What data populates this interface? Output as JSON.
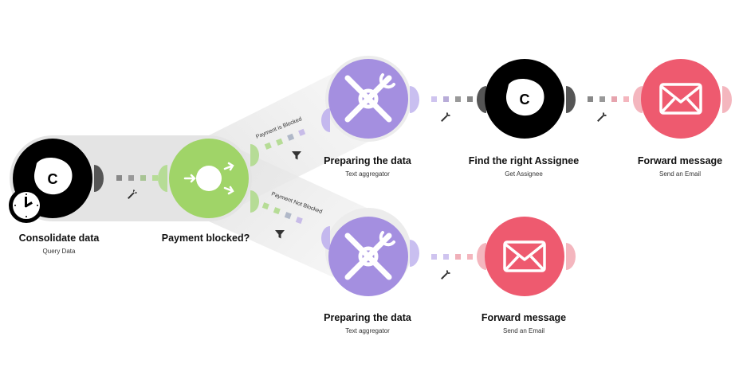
{
  "nodes": [
    {
      "id": "consolidate",
      "title": "Consolidate data",
      "subtitle": "Query Data",
      "kind": "app",
      "badge_icon": "clock-icon",
      "color": "#000000"
    },
    {
      "id": "router",
      "title": "Payment blocked?",
      "subtitle": "",
      "kind": "router",
      "color": "#a0d468"
    },
    {
      "id": "prep1",
      "title": "Preparing the data",
      "subtitle": "Text aggregator",
      "kind": "tools",
      "color": "#a48fe0"
    },
    {
      "id": "assignee",
      "title": "Find the right Assignee",
      "subtitle": "Get Assignee",
      "kind": "app",
      "color": "#000000"
    },
    {
      "id": "forward1",
      "title": "Forward message",
      "subtitle": "Send an Email",
      "kind": "email",
      "color": "#ee5a6f"
    },
    {
      "id": "prep2",
      "title": "Preparing the data",
      "subtitle": "Text aggregator",
      "kind": "tools",
      "color": "#a48fe0"
    },
    {
      "id": "forward2",
      "title": "Forward message",
      "subtitle": "Send an Email",
      "kind": "email",
      "color": "#ee5a6f"
    }
  ],
  "routes": [
    {
      "label": "Payment is Blocked",
      "filter_icon": "filter-icon"
    },
    {
      "label": "Payment Not Blocked",
      "filter_icon": "filter-icon"
    }
  ],
  "app_logo_letter": "C",
  "link_icon": "wrench-icon"
}
